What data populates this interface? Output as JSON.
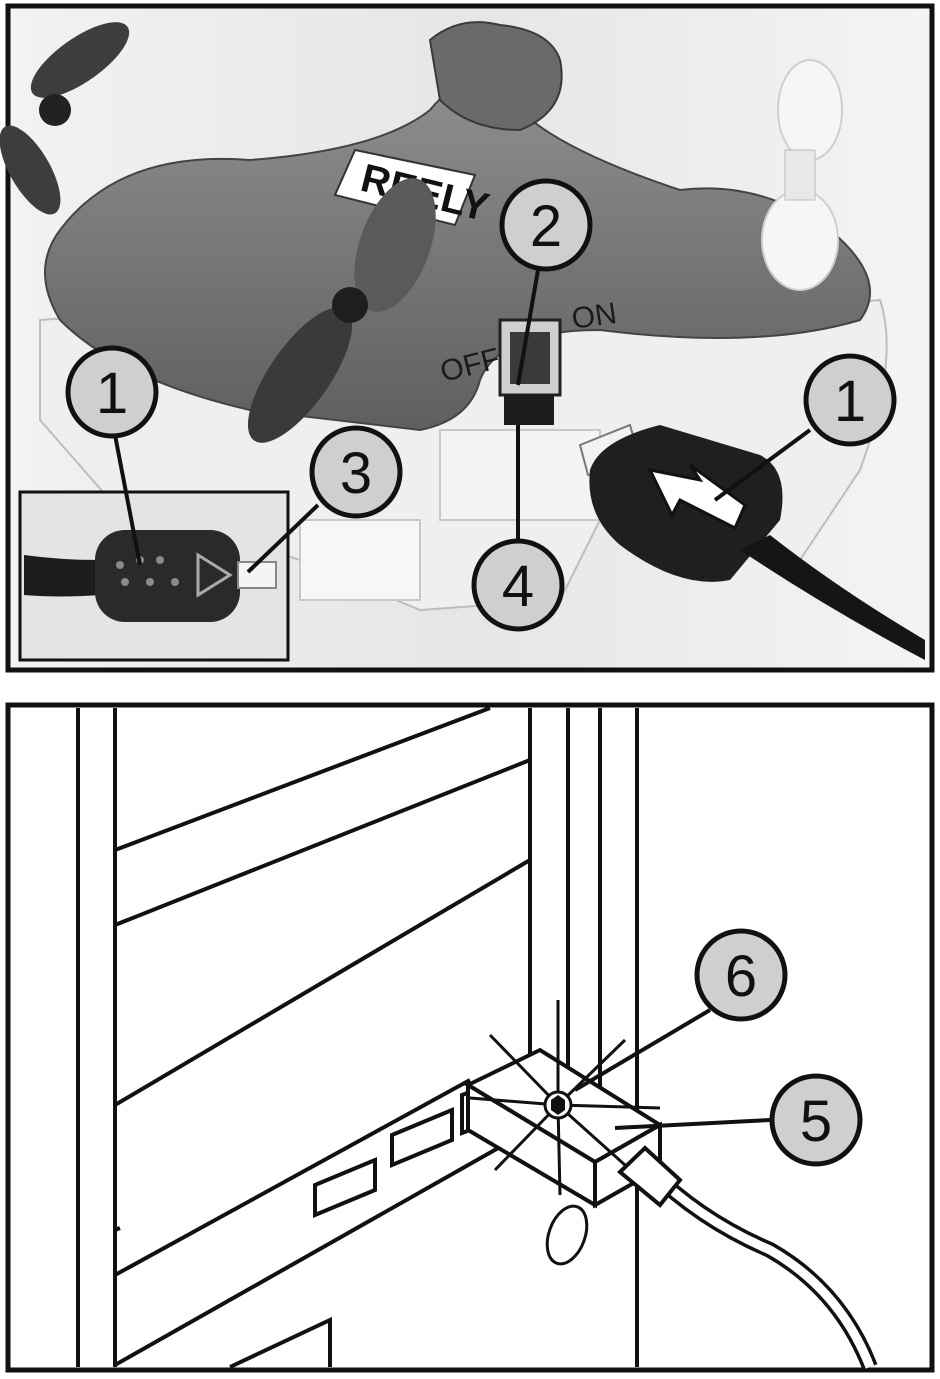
{
  "top_panel": {
    "brand_label": "REELY",
    "switch_off_label": "OFF",
    "switch_on_label": "ON",
    "callouts": [
      {
        "id": "c1-inset",
        "label": "1"
      },
      {
        "id": "c3",
        "label": "3"
      },
      {
        "id": "c2",
        "label": "2"
      },
      {
        "id": "c4",
        "label": "4"
      },
      {
        "id": "c1-right",
        "label": "1"
      }
    ]
  },
  "bottom_panel": {
    "callouts": [
      {
        "id": "c6",
        "label": "6"
      },
      {
        "id": "c5",
        "label": "5"
      }
    ]
  },
  "colors": {
    "frame": "#111111",
    "callout_fill": "#cfcfcf",
    "drone_body": "#7d7d7d",
    "drone_white": "#ececec",
    "background": "#e9e9e9"
  }
}
